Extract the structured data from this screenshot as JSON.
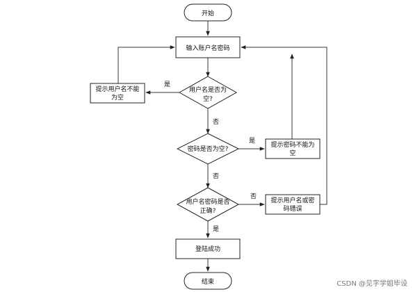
{
  "nodes": {
    "start": "开始",
    "input": "输入账户名密码",
    "user_empty_q_line1": "用户名是否为",
    "user_empty_q_line2": "空?",
    "user_empty_msg_line1": "提示用户名不能",
    "user_empty_msg_line2": "为空",
    "pwd_empty_q": "密码是否为空?",
    "pwd_empty_msg_line1": "提示密码不能为",
    "pwd_empty_msg_line2": "空",
    "correct_q_line1": "用户名密码是否",
    "correct_q_line2": "正确?",
    "wrong_msg_line1": "提示用户名或密",
    "wrong_msg_line2": "码错误",
    "success": "登陆成功",
    "end": "结束"
  },
  "edges": {
    "yes": "是",
    "no": "否"
  },
  "watermark": "CSDN @见字学姐毕设"
}
